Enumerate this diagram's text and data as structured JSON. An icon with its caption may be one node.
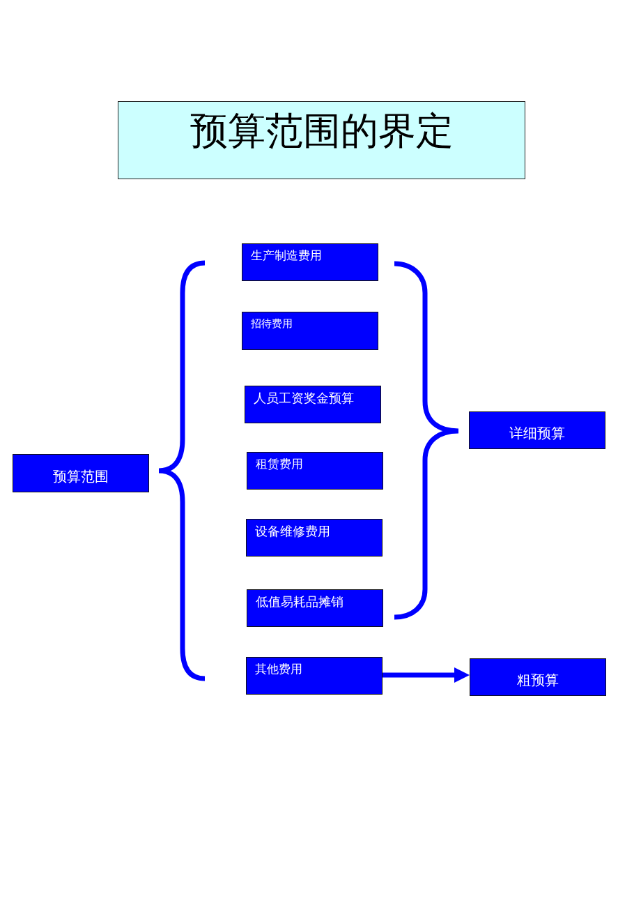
{
  "diagram": {
    "title": "预算范围的界定",
    "nodes": [
      {
        "text": [
          "预算范围"
        ]
      },
      {
        "text": [
          "生产制造费用"
        ]
      },
      {
        "text": [
          "招待费用"
        ]
      },
      {
        "text": [
          "人员工资奖金预算"
        ]
      },
      {
        "text": [
          "租赁费用"
        ]
      },
      {
        "text": [
          "设备维修费用"
        ]
      },
      {
        "text": [
          "低值易耗品摊销"
        ]
      },
      {
        "text": [
          "其他费用"
        ]
      },
      {
        "text": [
          "详细预算"
        ]
      },
      {
        "text": [
          "粗预算"
        ]
      }
    ],
    "edges": [
      {
        "from": 7,
        "to": 9,
        "arrow": "to"
      }
    ]
  }
}
